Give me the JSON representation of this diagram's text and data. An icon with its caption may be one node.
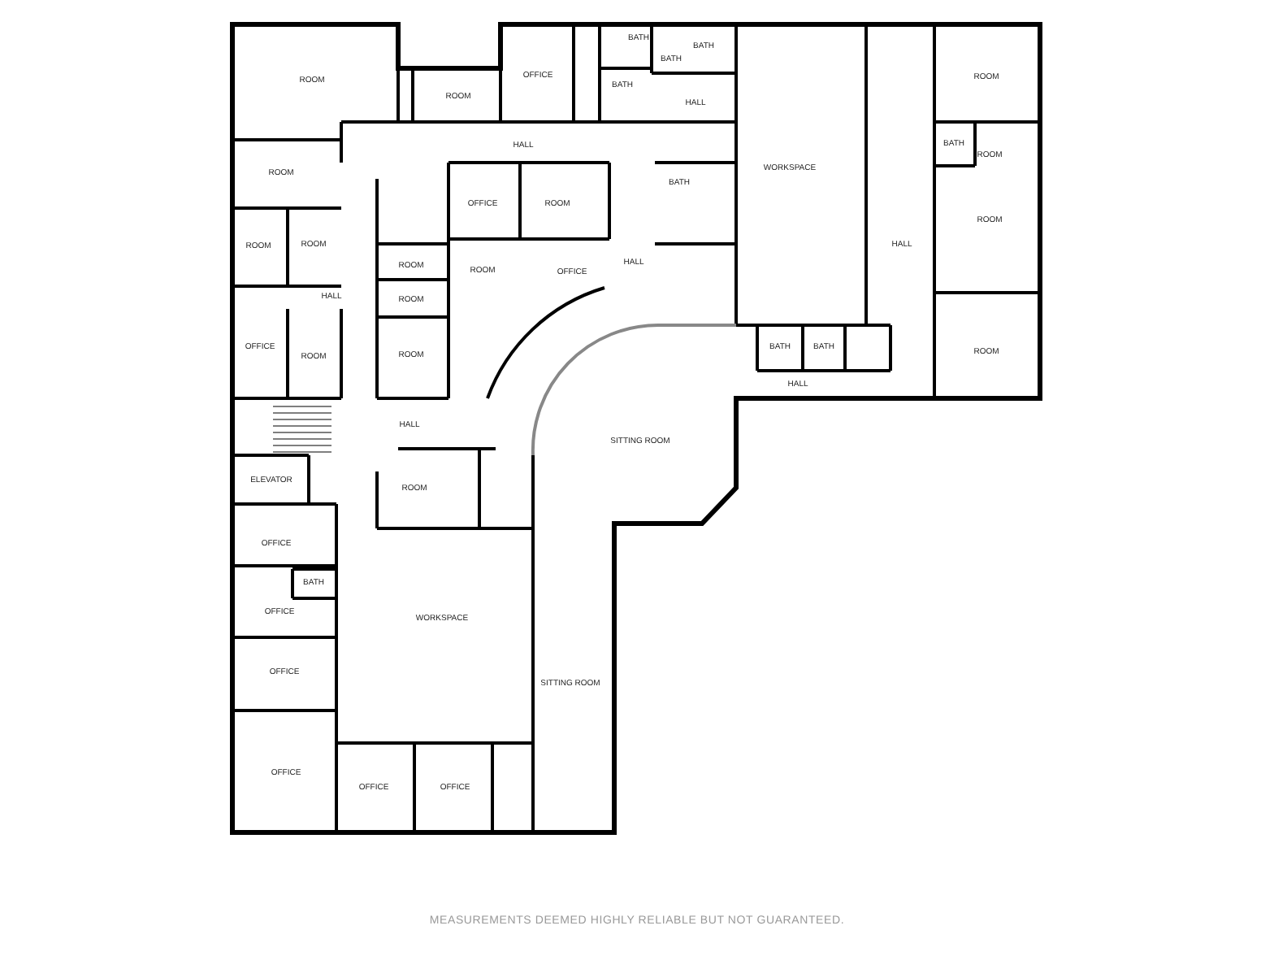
{
  "diagram": {
    "caption": "MEASUREMENTS DEEMED HIGHLY RELIABLE BUT NOT GUARANTEED.",
    "labels": [
      "BATH",
      "BATH",
      "BATH",
      "ROOM",
      "OFFICE",
      "ROOM",
      "BATH",
      "HALL",
      "ROOM",
      "HALL",
      "WORKSPACE",
      "ROOM",
      "BATH",
      "OFFICE",
      "ROOM",
      "BATH",
      "ROOM",
      "ROOM",
      "ROOM",
      "HALL",
      "ROOM",
      "ROOM",
      "OFFICE",
      "HALL",
      "ROOM",
      "HALL",
      "ROOM",
      "OFFICE",
      "ROOM",
      "ROOM",
      "BATH",
      "BATH",
      "ROOM",
      "HALL",
      "HALL",
      "SITTING ROOM",
      "ELEVATOR",
      "ROOM",
      "OFFICE",
      "BATH",
      "OFFICE",
      "WORKSPACE",
      "OFFICE",
      "SITTING ROOM",
      "OFFICE",
      "OFFICE",
      "OFFICE"
    ]
  }
}
